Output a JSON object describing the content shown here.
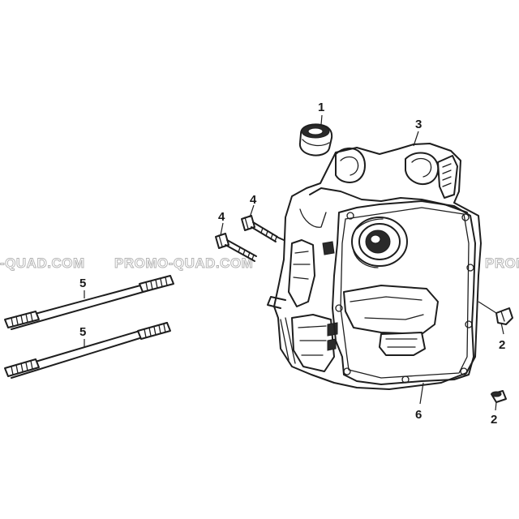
{
  "watermark": {
    "text": "PROMO-QUAD.COM",
    "text_cut_left": "-QUAD.COM",
    "text_cut_right": "PROM"
  },
  "callouts": [
    {
      "number": "1",
      "part": "bushing"
    },
    {
      "number": "2",
      "part": "dowel-pin"
    },
    {
      "number": "2",
      "part": "dowel-pin"
    },
    {
      "number": "3",
      "part": "crankcase-half"
    },
    {
      "number": "4",
      "part": "bolt"
    },
    {
      "number": "4",
      "part": "bolt"
    },
    {
      "number": "5",
      "part": "stud"
    },
    {
      "number": "5",
      "part": "stud"
    },
    {
      "number": "6",
      "part": "gasket"
    }
  ]
}
